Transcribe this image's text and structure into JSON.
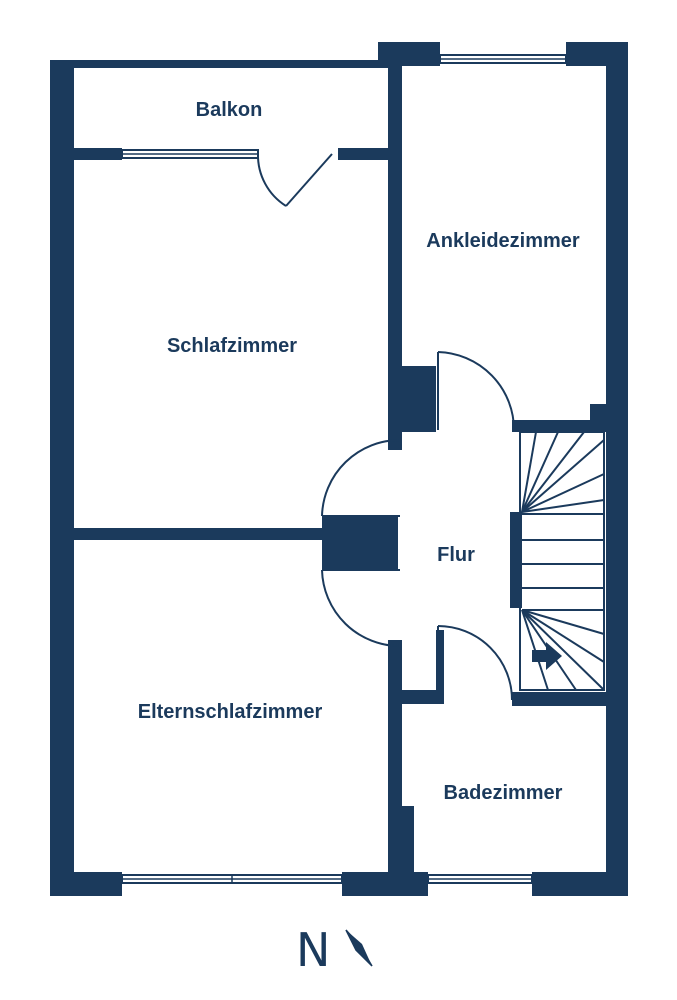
{
  "plan": {
    "rooms": {
      "balkon": "Balkon",
      "ankleidezimmer": "Ankleidezimmer",
      "schlafzimmer": "Schlafzimmer",
      "flur": "Flur",
      "elternschlafzimmer": "Elternschlafzimmer",
      "badezimmer": "Badezimmer"
    },
    "compass": {
      "letter": "N"
    }
  },
  "colors": {
    "wall": "#1b3a5c",
    "background": "#ffffff"
  }
}
